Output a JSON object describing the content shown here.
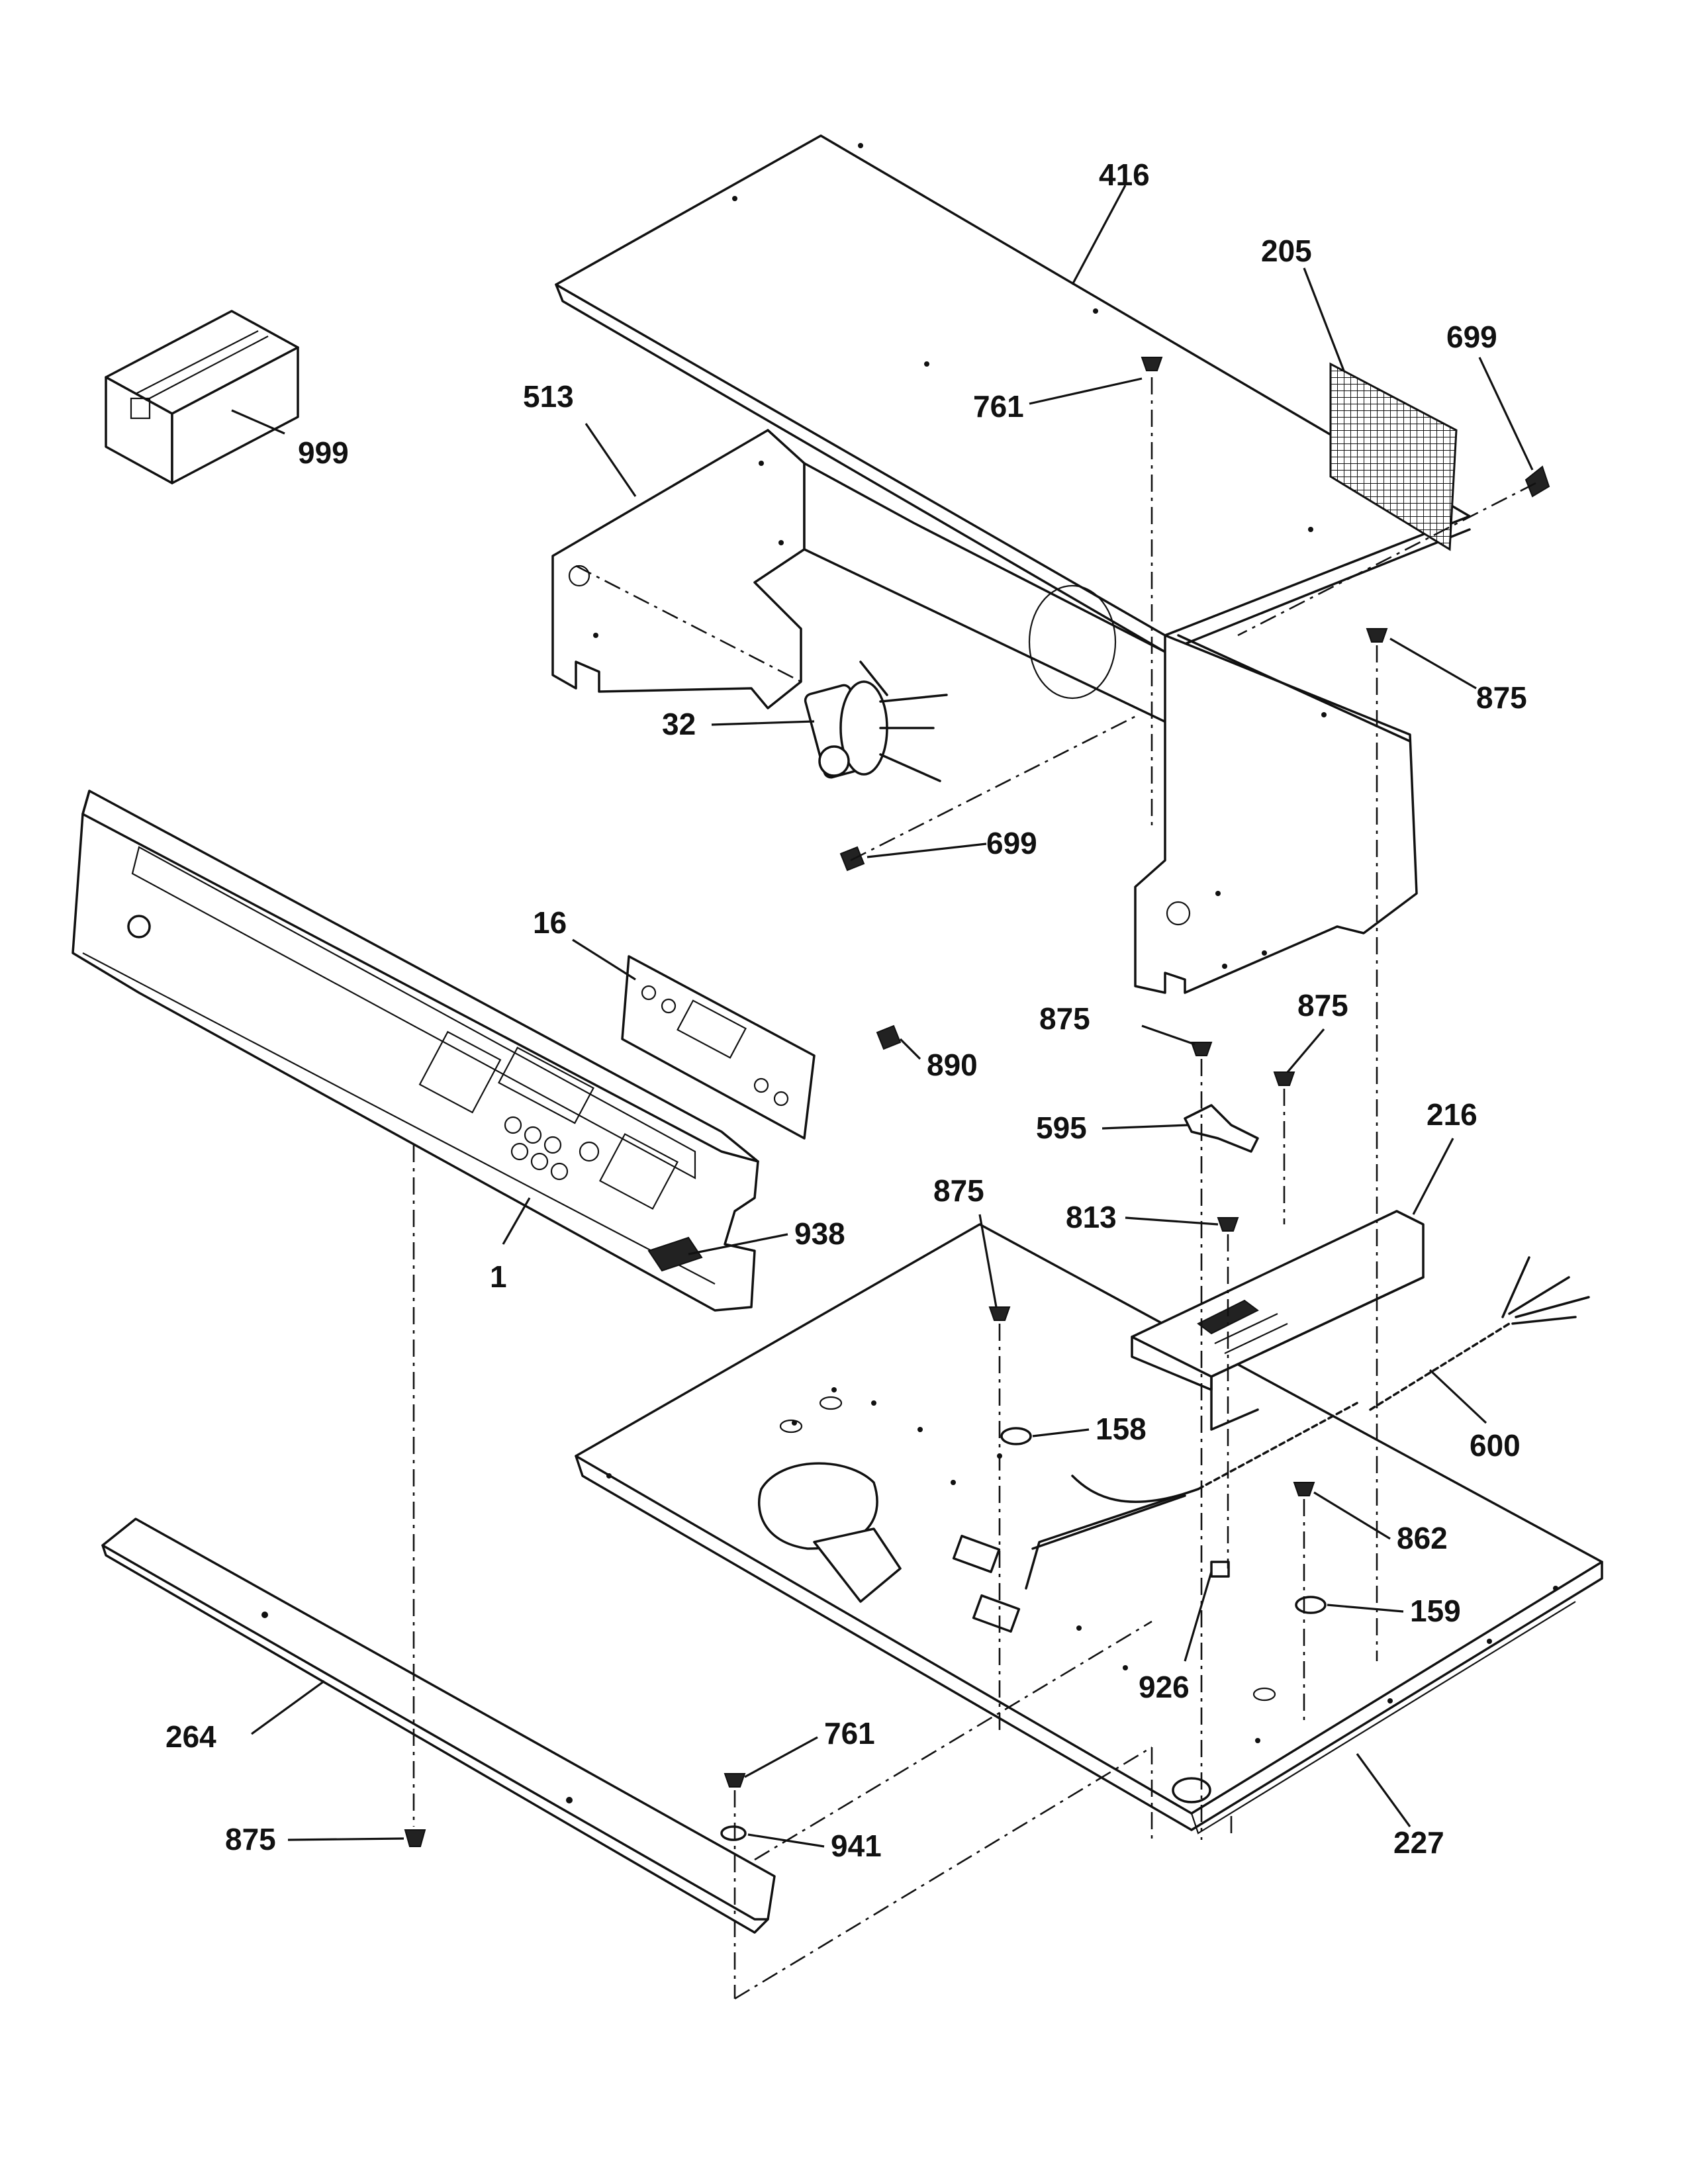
{
  "callouts": {
    "c416": "416",
    "c205": "205",
    "c699a": "699",
    "c761a": "761",
    "c513": "513",
    "c999": "999",
    "c875a": "875",
    "c32": "32",
    "c699b": "699",
    "c16": "16",
    "c890": "890",
    "c875b": "875",
    "c875c": "875",
    "c595": "595",
    "c216": "216",
    "c875d": "875",
    "c813": "813",
    "c938": "938",
    "c1": "1",
    "c158": "158",
    "c600": "600",
    "c862": "862",
    "c159": "159",
    "c926": "926",
    "c264": "264",
    "c761b": "761",
    "c941": "941",
    "c875e": "875",
    "c227": "227"
  }
}
